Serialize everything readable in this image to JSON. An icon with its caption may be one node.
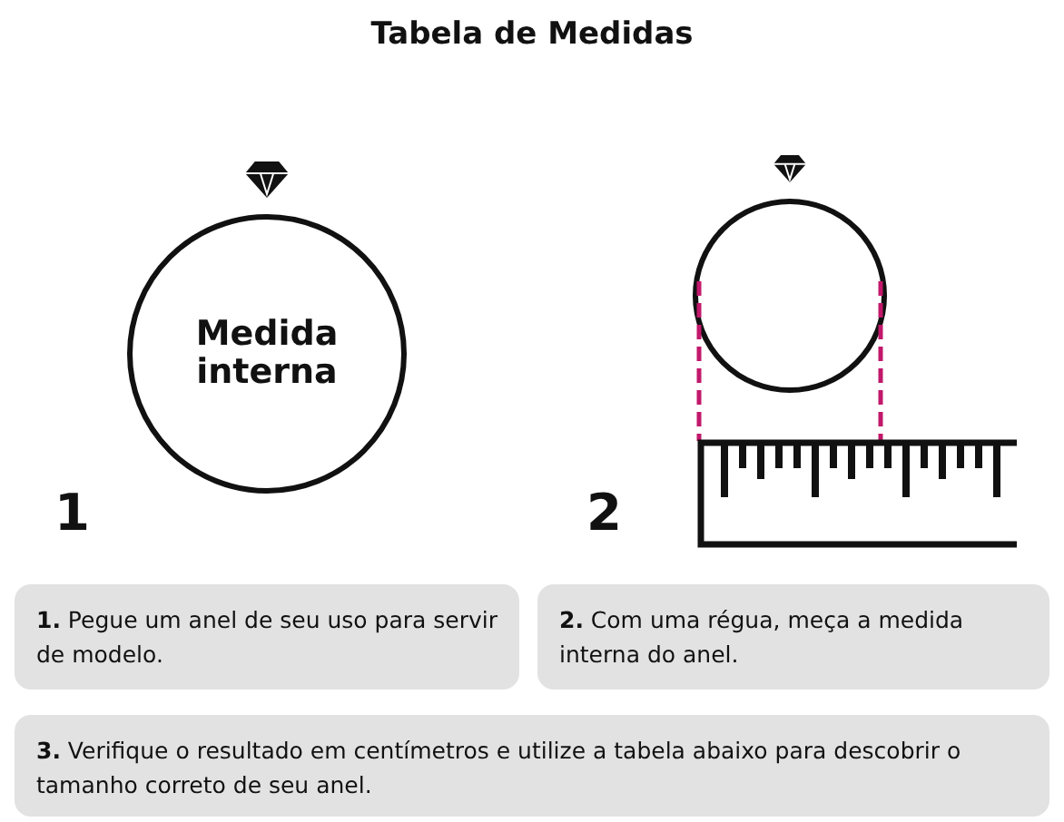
{
  "diagram": {
    "title": "Tabela de Medidas",
    "nodes": [
      {
        "text": [
          "Medida interna"
        ]
      },
      {
        "text": [
          "**1.** Pegue um anel de seu uso para servir de modelo."
        ]
      },
      {
        "text": [
          "**2.** Com uma régua, meça a medida interna do anel."
        ]
      },
      {
        "text": [
          "**3.** Verifique o resultado em centímetros e utilize a tabela abaixo para descobrir o tamanho correto de seu anel."
        ]
      }
    ],
    "labels": [
      "1",
      "2"
    ]
  }
}
